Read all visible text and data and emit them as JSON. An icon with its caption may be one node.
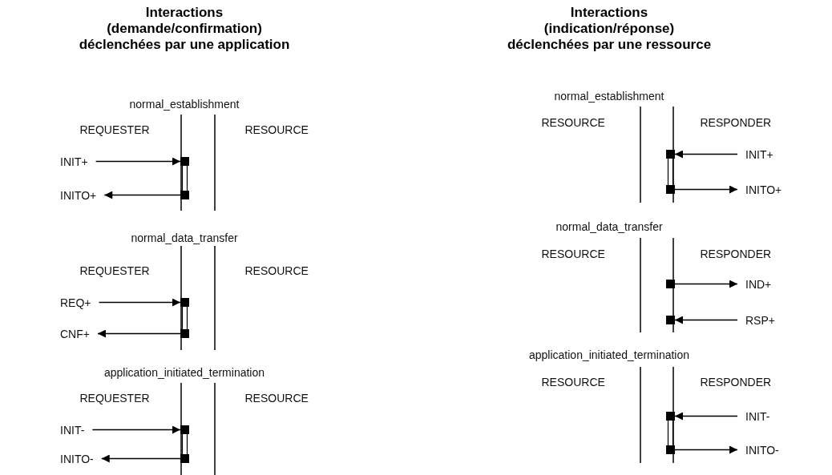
{
  "diagram": {
    "nodes": [
      {
        "text": [
          "INIT+"
        ]
      },
      {
        "text": [],
        "shape": "box"
      },
      {
        "text": [
          "INITO+"
        ]
      },
      {
        "text": [],
        "shape": "box"
      },
      {
        "text": [
          "REQ+"
        ]
      },
      {
        "text": [],
        "shape": "box"
      },
      {
        "text": [
          "CNF+"
        ]
      },
      {
        "text": [],
        "shape": "box"
      },
      {
        "text": [
          "INIT-"
        ]
      },
      {
        "text": [],
        "shape": "box"
      },
      {
        "text": [
          "INITO-"
        ]
      },
      {
        "text": [],
        "shape": "box"
      },
      {
        "text": [],
        "shape": "box"
      },
      {
        "text": [
          "INIT+"
        ]
      },
      {
        "text": [],
        "shape": "box"
      },
      {
        "text": [
          "INITO+"
        ]
      },
      {
        "text": [],
        "shape": "box"
      },
      {
        "text": [
          "IND+"
        ]
      },
      {
        "text": [],
        "shape": "box"
      },
      {
        "text": [
          "RSP+"
        ]
      },
      {
        "text": [],
        "shape": "box"
      },
      {
        "text": [
          "INIT-"
        ]
      },
      {
        "text": [],
        "shape": "box"
      },
      {
        "text": [
          "INITO-"
        ]
      }
    ],
    "edges": [
      {
        "from": 0,
        "to": 1,
        "arrow": "to"
      },
      {
        "from": 1,
        "to": 3,
        "arrow": "none"
      },
      {
        "from": 3,
        "to": 2,
        "arrow": "to"
      },
      {
        "from": 4,
        "to": 5,
        "arrow": "to"
      },
      {
        "from": 5,
        "to": 7,
        "arrow": "none"
      },
      {
        "from": 7,
        "to": 6,
        "arrow": "to"
      },
      {
        "from": 8,
        "to": 9,
        "arrow": "to"
      },
      {
        "from": 9,
        "to": 11,
        "arrow": "none"
      },
      {
        "from": 11,
        "to": 10,
        "arrow": "to"
      },
      {
        "from": 13,
        "to": 12,
        "arrow": "to"
      },
      {
        "from": 12,
        "to": 14,
        "arrow": "none"
      },
      {
        "from": 14,
        "to": 15,
        "arrow": "to"
      },
      {
        "from": 16,
        "to": 17,
        "arrow": "to"
      },
      {
        "from": 19,
        "to": 18,
        "arrow": "to"
      },
      {
        "from": 21,
        "to": 20,
        "arrow": "to"
      },
      {
        "from": 20,
        "to": 22,
        "arrow": "none"
      },
      {
        "from": 22,
        "to": 23,
        "arrow": "to"
      }
    ],
    "labels": [
      "Interactions (demande/confirmation) déclenchées par une application",
      "Interactions (indication/réponse) déclenchées par une ressource",
      "normal_establishment",
      "REQUESTER",
      "RESOURCE",
      "normal_data_transfer",
      "REQUESTER",
      "RESOURCE",
      "application_initiated_termination",
      "REQUESTER",
      "RESOURCE",
      "normal_establishment",
      "RESOURCE",
      "RESPONDER",
      "normal_data_transfer",
      "RESOURCE",
      "RESPONDER",
      "application_initiated_termination",
      "RESOURCE",
      "RESPONDER"
    ]
  }
}
